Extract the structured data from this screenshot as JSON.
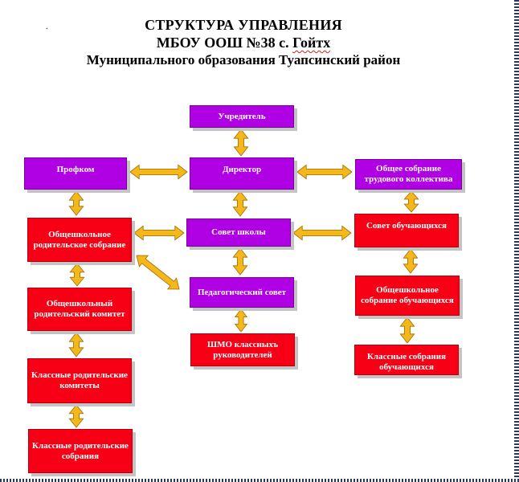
{
  "title": {
    "line1": "СТРУКТУРА УПРАВЛЕНИЯ",
    "line2_prefix": "МБОУ ООШ №38 с. ",
    "line2_underlined": "Гойтх",
    "line3": "Муниципального образования Туапсинский район",
    "dot": "."
  },
  "colors": {
    "management_box": "#b000e4",
    "body_box": "#f70016",
    "arrow_fill": "#f4b81a",
    "arrow_stroke": "#a06a00"
  },
  "nodes": {
    "founder": "Учредитель",
    "director": "Директор",
    "trade_union": "Профком",
    "general_meeting": "Общее собрание трудового коллектива",
    "school_council": "Совет школы",
    "school_parent_meeting": "Общешкольное родительское собрание",
    "student_council": "Совет обучающихся",
    "pedagogical_council": "Педагогический совет",
    "school_parent_committee": "Общешкольный родительский комитет",
    "school_student_meeting": "Общешкольное собрание обучающихся",
    "shmo": "ШМО классныхъ руководителей",
    "class_parent_committees": "Классные родительские комитеты",
    "class_student_meetings": "Классные собрания обучающихся",
    "class_parent_meetings": "Классные родительские собрания"
  }
}
